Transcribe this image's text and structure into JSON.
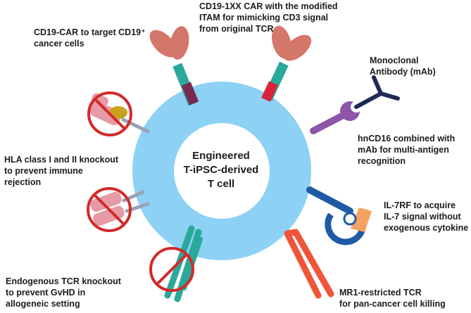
{
  "center_label": [
    "Engineered",
    "T-iPSC-derived",
    "T cell"
  ],
  "labels": {
    "cd19_car": [
      "CD19-CAR to target CD19⁺",
      "cancer cells"
    ],
    "cd19_1xx": [
      "CD19-1XX CAR with the modified",
      "ITAM for mimicking CD3 signal",
      "from original TCR"
    ],
    "mab": [
      "Monoclonal",
      "Antibody (mAb)"
    ],
    "hncd16": [
      "hnCD16 combined with",
      "mAb for multi-antigen",
      "recognition"
    ],
    "il7rf": [
      "IL-7RF to acquire",
      "IL-7 signal without",
      "exogenous cytokine"
    ],
    "mr1_tcr": [
      "MR1-restricted TCR",
      "for pan-cancer cell killing"
    ],
    "endogenous_tcr": [
      "Endogenous TCR knockout",
      "to prevent GvHD in",
      "allogeneic setting"
    ],
    "hla_ko": [
      "HLA class I and II knockout",
      "to prevent immune",
      "rejection"
    ]
  },
  "colors": {
    "cell": "#8dd1f4",
    "nucleus": "#ffffff",
    "car_head": "#d4776b",
    "car_stalk": "#2aa89a",
    "car_tail": "#7b2a52",
    "itam": "#d8233a",
    "mab": "#1f2a55",
    "cd16": "#8e56a8",
    "il7r": "#1e5aa5",
    "il7_patch": "#f4a261",
    "mr1_tcr": "#f0553a",
    "endo_tcr": "#2aa89a",
    "hla": "#e59aa6",
    "hla_stem": "#9aa2ba",
    "hla_gold": "#c8a21a",
    "knockout": "#d22a2a"
  }
}
